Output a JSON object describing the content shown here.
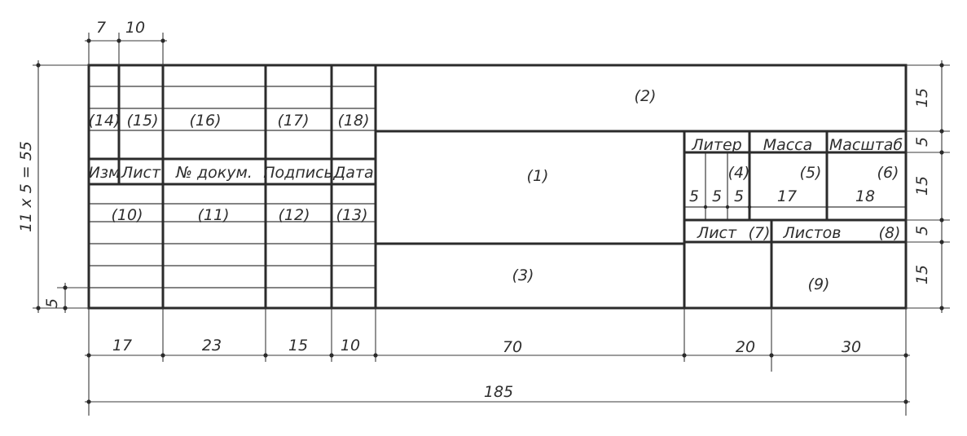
{
  "dimensions": {
    "top_7": "7",
    "top_10": "10",
    "left_total": "11 x 5 = 55",
    "left_5": "5",
    "right": [
      "15",
      "5",
      "15",
      "5",
      "15"
    ],
    "bottom": [
      "17",
      "23",
      "15",
      "10",
      "70",
      "20",
      "30"
    ],
    "overall": "185"
  },
  "cells": {
    "c1": "(1)",
    "c2": "(2)",
    "c3": "(3)",
    "c4": "(4)",
    "c5": "(5)",
    "c6": "(6)",
    "c7": "(7)",
    "c8": "(8)",
    "c9": "(9)",
    "c10": "(10)",
    "c11": "(11)",
    "c12": "(12)",
    "c13": "(13)",
    "c14": "(14)",
    "c15": "(15)",
    "c16": "(16)",
    "c17": "(17)",
    "c18": "(18)"
  },
  "headers": {
    "izm": "Изм",
    "list": "Лист",
    "n_dokum": "№ докум.",
    "podpis": "Подпись",
    "data": "Дата",
    "liter": "Литер",
    "massa": "Масса",
    "masshtab": "Масштаб",
    "list2": "Лист",
    "listov": "Листов"
  },
  "values": {
    "liter_w1": "5",
    "liter_w2": "5",
    "liter_w3": "5",
    "massa_w": "17",
    "masshtab_w": "18"
  }
}
